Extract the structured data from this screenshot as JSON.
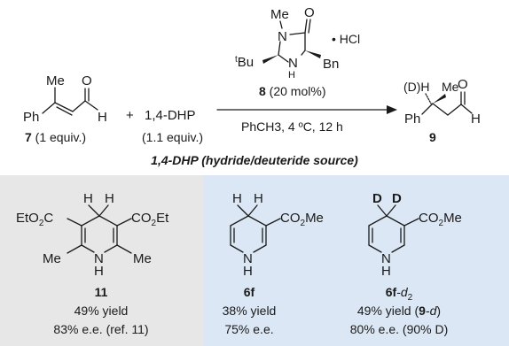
{
  "reaction": {
    "reactant_label": "7",
    "reactant_equiv": " (1 equiv.)",
    "reactant_atoms": {
      "me": "Me",
      "ph": "Ph",
      "o": "O",
      "h": "H"
    },
    "plus": "+",
    "reagent": "1,4-DHP",
    "reagent_equiv": "(1.1 equiv.)",
    "catalyst": {
      "atoms": {
        "me": "Me",
        "n_top": "N",
        "o": "O",
        "tbu_sup": "t",
        "tbu": "Bu",
        "n_bottom": "N",
        "h": "H",
        "bn": "Bn"
      },
      "salt": "• HCl",
      "label": "8",
      "loading": " (20 mol%)"
    },
    "conditions": "PhCH3, 4 ºC, 12 h",
    "product_atoms": {
      "dh": "(D)H",
      "me": "Me",
      "o": "O",
      "ph": "Ph",
      "h": "H"
    },
    "product_label": "9"
  },
  "panel": {
    "title": "1,4-DHP (hydride/deuteride source)",
    "colors": {
      "left_bg": "#e7e7e7",
      "right_bg": "#dbe7f5",
      "deuterium": "#2b3d8a"
    },
    "items": [
      {
        "label": "11",
        "label_suffix": "",
        "yield": "49% yield",
        "ee": "83% e.e. (ref. 11)",
        "atoms": {
          "h1": "H",
          "h2": "H",
          "ester_left": "EtO2C",
          "ester_right": "CO2Et",
          "me_left": "Me",
          "me_right": "Me",
          "n": "N",
          "nh": "H"
        }
      },
      {
        "label": "6f",
        "label_suffix": "",
        "yield": "38% yield",
        "ee": "75% e.e.",
        "atoms": {
          "h1": "H",
          "h2": "H",
          "ester": "CO2Me",
          "n": "N",
          "nh": "H"
        }
      },
      {
        "label": "6f",
        "label_suffix": "-d2",
        "yield": "49% yield (9-d)",
        "ee": "80% e.e. (90% D)",
        "atoms": {
          "d1": "D",
          "d2": "D",
          "ester": "CO2Me",
          "n": "N",
          "nh": "H"
        }
      }
    ]
  }
}
